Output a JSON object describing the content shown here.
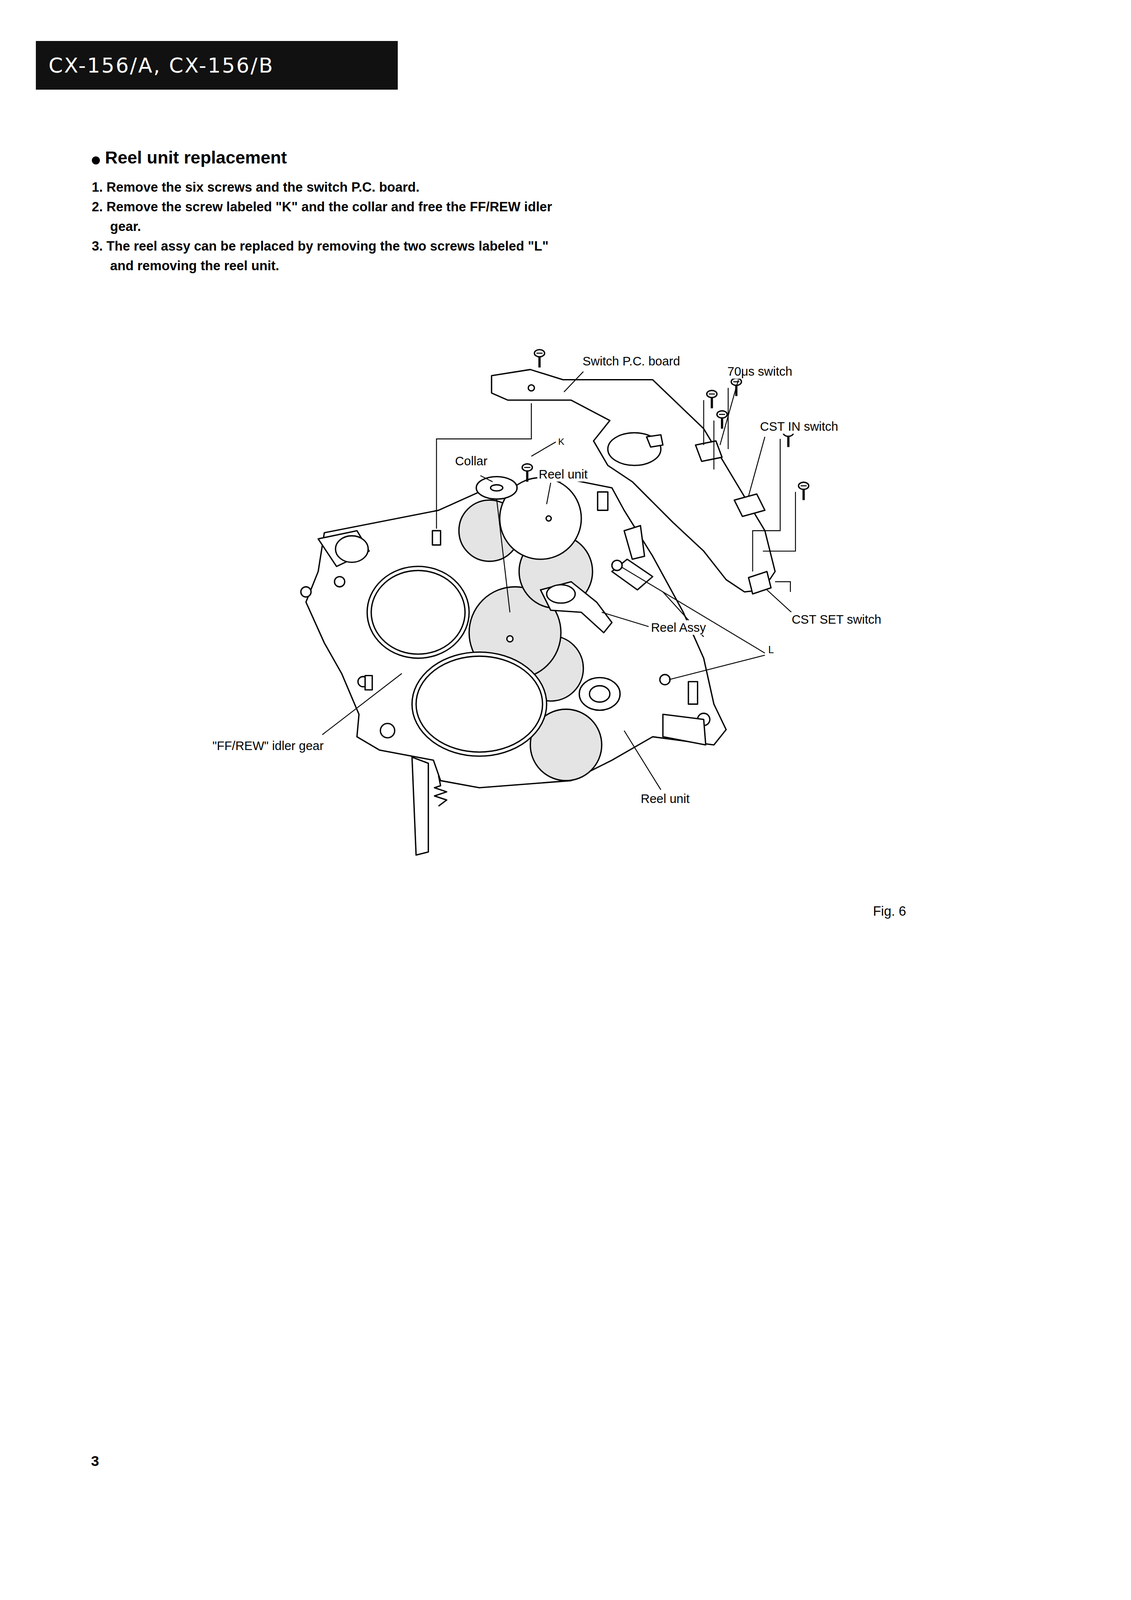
{
  "diagram": {
    "title": "Reel unit replacement",
    "caption": "Fig. 6",
    "nodes": [
      {
        "text": [
          "CX-156/A, CX-156/B"
        ]
      }
    ],
    "labels": [
      "1. Remove the six screws and the switch P.C. board.",
      "2. Remove the screw labeled \"K\" and the collar and free the FF/REW idler gear.",
      "3. The reel assy can be replaced by removing the two screws labeled \"L\" and removing the reel unit.",
      "Switch P.C. board",
      "70μs switch",
      "CST IN switch",
      "Collar",
      "K",
      "Reel unit",
      "Reel Assy",
      "L",
      "CST SET switch",
      "\"FF/REW\" idler gear",
      "Reel unit",
      "3"
    ]
  }
}
